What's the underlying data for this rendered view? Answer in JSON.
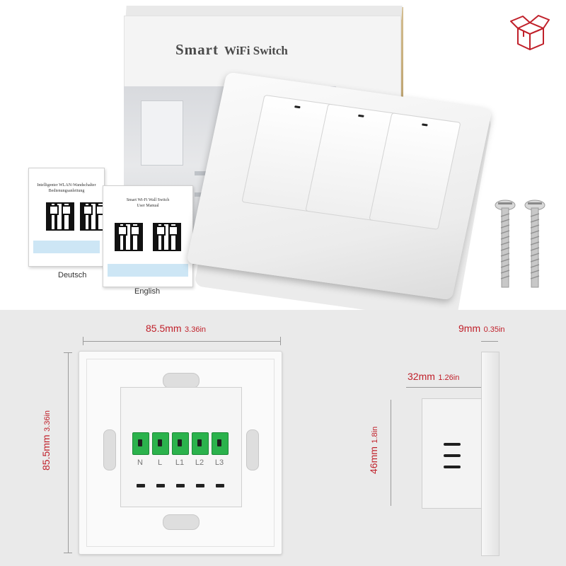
{
  "product": {
    "box_title_word1": "Smart",
    "box_title_word2": "WiFi Switch"
  },
  "manuals": {
    "german": {
      "title_line1": "Intelligenter WLAN-Wandschalter",
      "title_line2": "Bedienungsanleitung",
      "label": "Deutsch"
    },
    "english": {
      "title_line1": "Smart Wi-Fi Wall Switch",
      "title_line2": "User Manual",
      "label": "English"
    }
  },
  "dimensions": {
    "width": {
      "metric": "85.5mm",
      "imperial": "3.36in"
    },
    "height": {
      "metric": "85.5mm",
      "imperial": "3.36in"
    },
    "plate_depth": {
      "metric": "9mm",
      "imperial": "0.35in"
    },
    "body_depth": {
      "metric": "32mm",
      "imperial": "1.26in"
    },
    "body_height": {
      "metric": "46mm",
      "imperial": "1.8in"
    }
  },
  "terminals": [
    "N",
    "L",
    "L1",
    "L2",
    "L3"
  ],
  "colors": {
    "dimension_text": "#c0202a",
    "terminal_green": "#2bb24c",
    "box_kraft": "#c9b07e",
    "bottom_background": "#eaeaea"
  },
  "icons": {
    "box_badge": "open-box-icon",
    "screw": "screw-icon"
  }
}
